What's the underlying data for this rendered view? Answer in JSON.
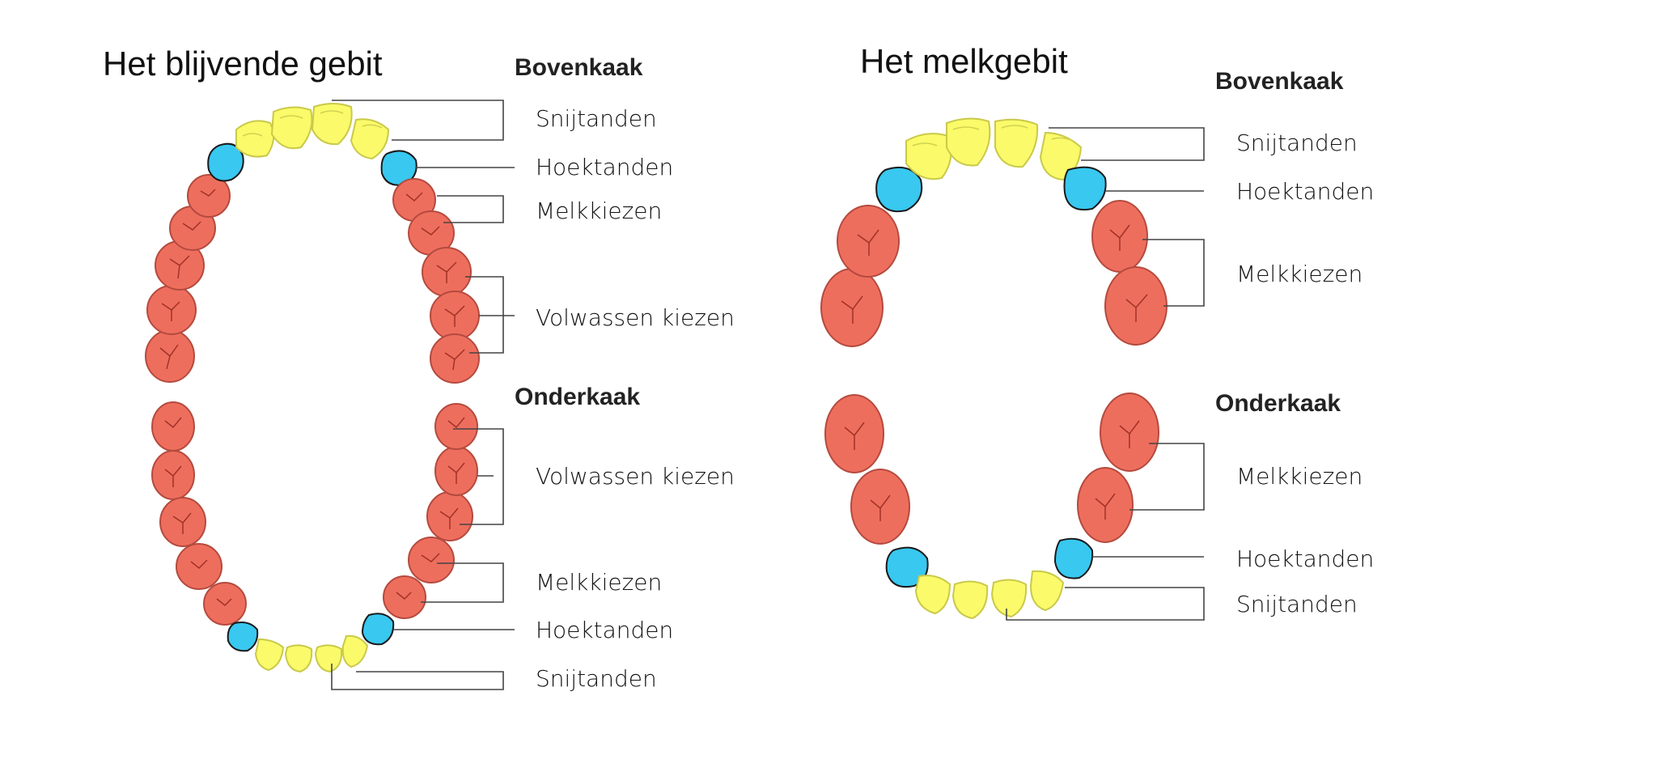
{
  "permanent": {
    "title": "Het blijvende gebit",
    "upper": {
      "heading": "Bovenkaak",
      "labels": [
        "Snijtanden",
        "Hoektanden",
        "Melkkiezen",
        "Volwassen kiezen"
      ]
    },
    "lower": {
      "heading": "Onderkaak",
      "labels": [
        "Volwassen kiezen",
        "Melkkiezen",
        "Hoektanden",
        "Snijtanden"
      ]
    }
  },
  "primary": {
    "title": "Het melkgebit",
    "upper": {
      "heading": "Bovenkaak",
      "labels": [
        "Snijtanden",
        "Hoektanden",
        "Melkkiezen"
      ]
    },
    "lower": {
      "heading": "Onderkaak",
      "labels": [
        "Melkkiezen",
        "Hoektanden",
        "Snijtanden"
      ]
    }
  },
  "colors": {
    "incisor": "#fafa6a",
    "canine": "#38c8f0",
    "molar": "#ee6e5e"
  }
}
